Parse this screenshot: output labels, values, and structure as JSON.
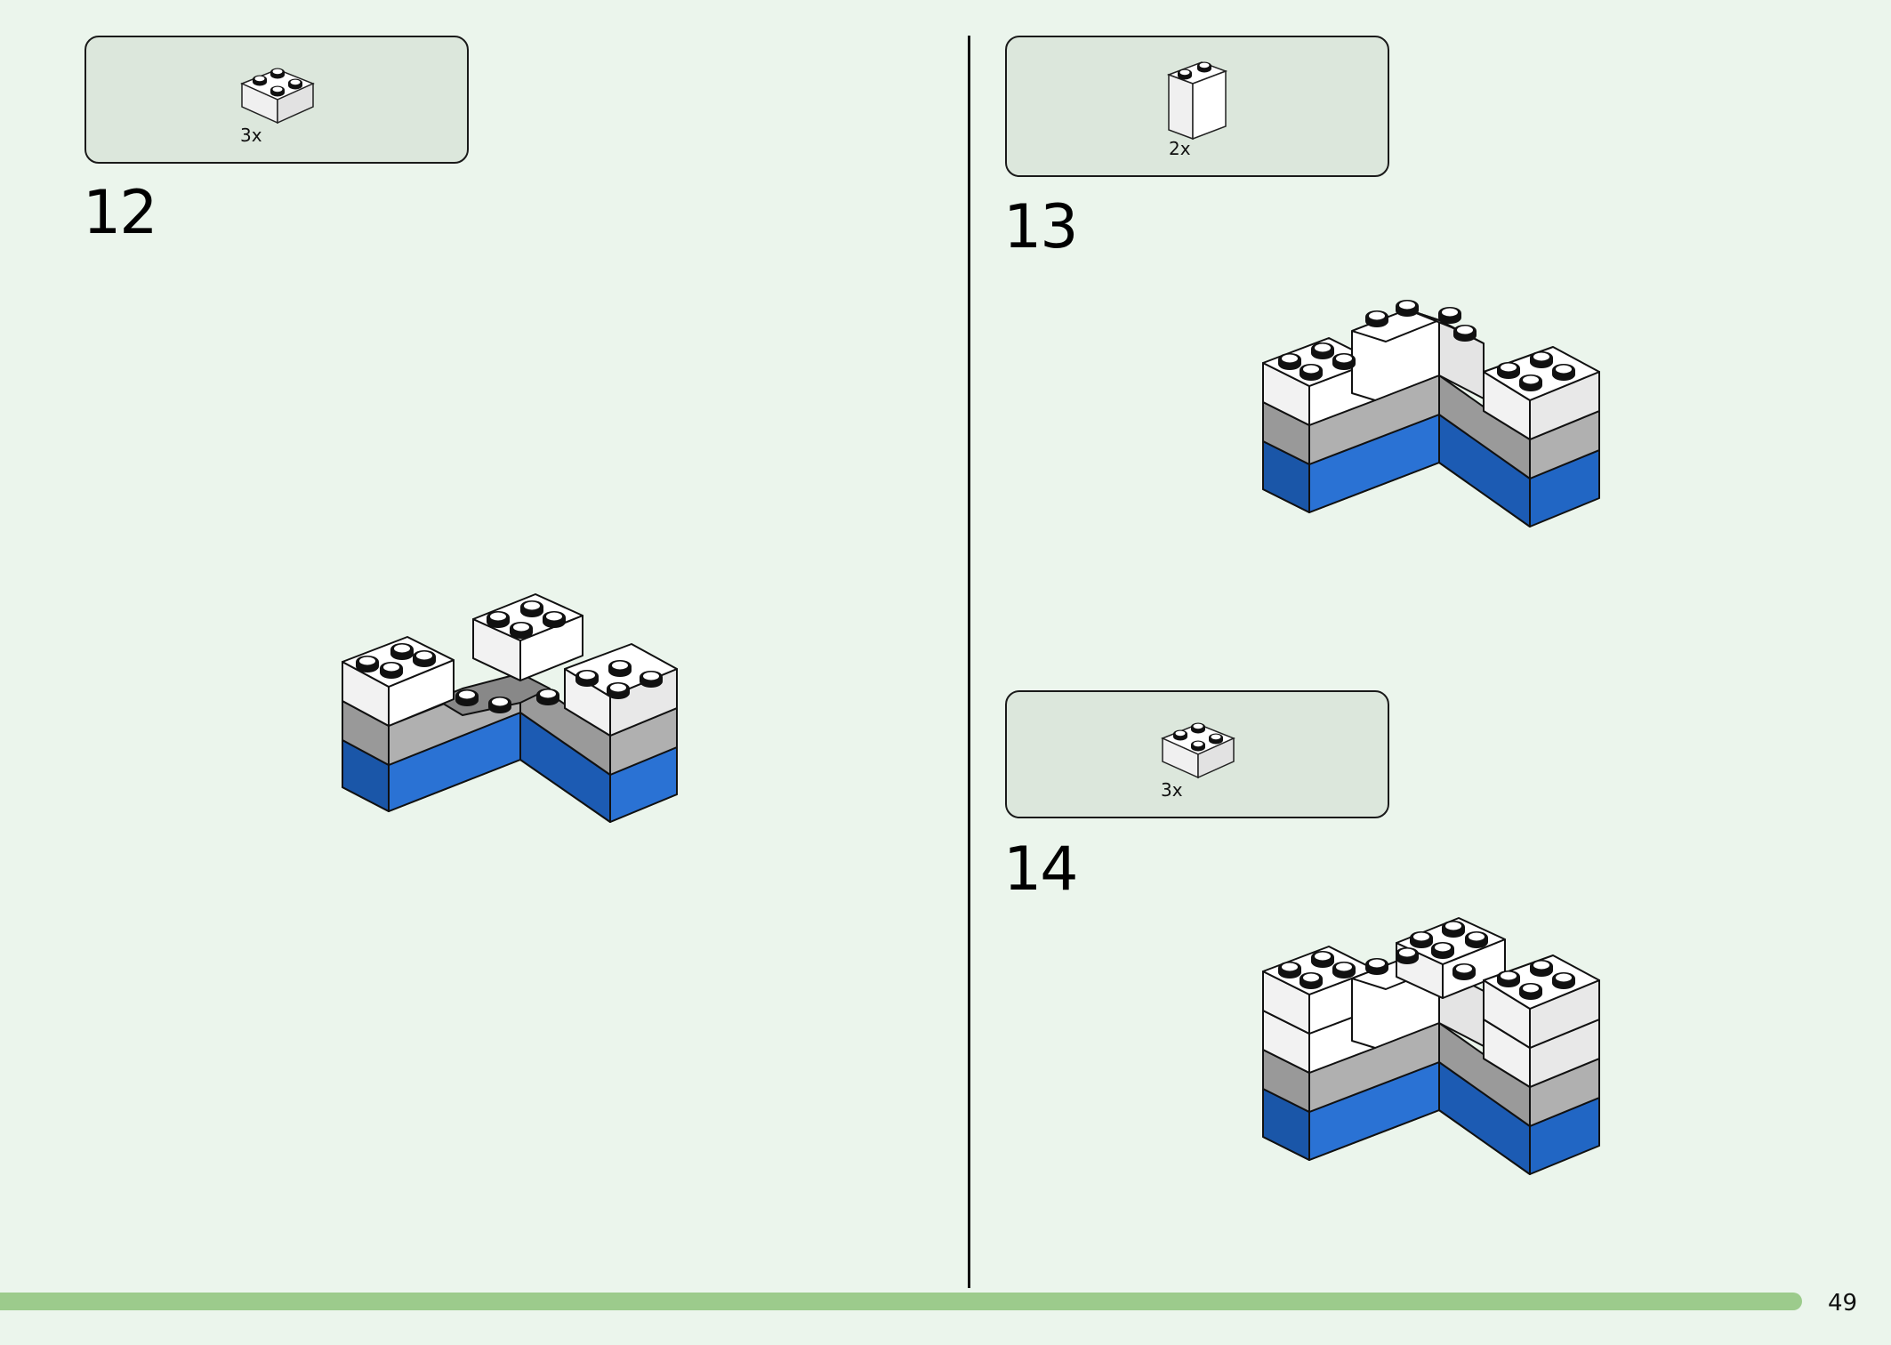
{
  "steps": [
    {
      "number": "12",
      "parts": [
        {
          "quantity": "3x",
          "part": "white-2x2-brick"
        }
      ]
    },
    {
      "number": "13",
      "parts": [
        {
          "quantity": "2x",
          "part": "white-1x2-tall-brick"
        }
      ]
    },
    {
      "number": "14",
      "parts": [
        {
          "quantity": "3x",
          "part": "white-2x2-brick"
        }
      ]
    }
  ],
  "page_number": "49",
  "colors": {
    "background": "#ebf5ec",
    "parts_box": "#dce7dc",
    "brick_white": "#ffffff",
    "brick_grey": "#a8a8a8",
    "brick_blue": "#2166c4",
    "progress_bar": "#9ccb8c"
  }
}
